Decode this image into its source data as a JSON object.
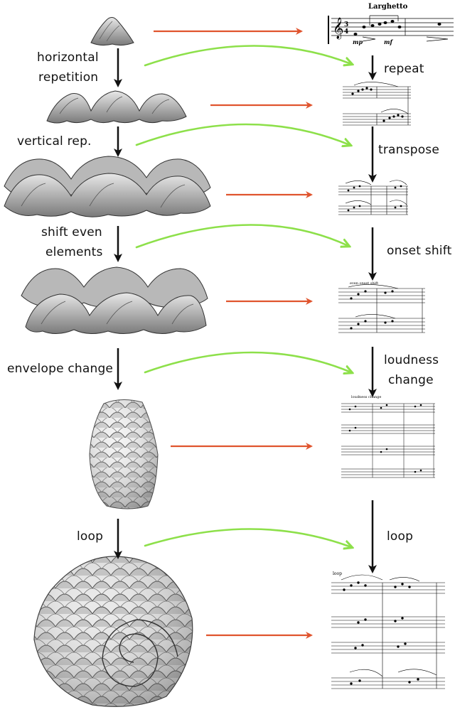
{
  "labels": {
    "left_1": "horizontal",
    "left_2": "repetition",
    "left_3": "vertical rep.",
    "left_4": "shift even",
    "left_5": "elements",
    "left_6": "envelope change",
    "left_7": "loop",
    "right_1": "repeat",
    "right_2": "transpose",
    "right_3": "onset shift",
    "right_4": "loudness",
    "right_5": "change",
    "right_6": "loop"
  },
  "music": {
    "tempo": "Larghetto",
    "onset_caption": "even onset shift",
    "loudness_caption": "loudness change",
    "loop_caption": "loop"
  },
  "colors": {
    "red_arrow": "#e0542e",
    "green_arrow": "#8de04a",
    "black_arrow": "#111111"
  }
}
